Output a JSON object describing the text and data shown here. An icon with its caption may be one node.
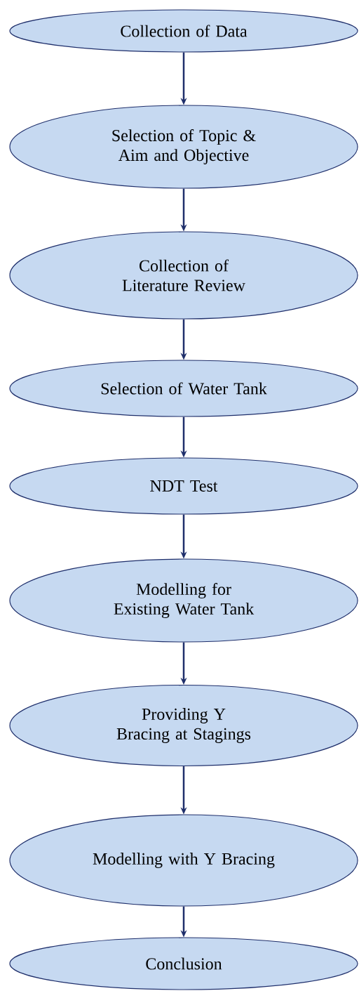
{
  "diagram": {
    "nodes": [
      {
        "text": [
          "Collection of Data"
        ]
      },
      {
        "text": [
          "Selection of Topic & Aim and Objective"
        ]
      },
      {
        "text": [
          "Collection of Literature Review"
        ]
      },
      {
        "text": [
          "Selection of Water Tank"
        ]
      },
      {
        "text": [
          "NDT Test"
        ]
      },
      {
        "text": [
          "Modelling for Existing Water Tank"
        ]
      },
      {
        "text": [
          "Providing Y Bracing at Stagings"
        ]
      },
      {
        "text": [
          "Modelling with Y Bracing"
        ]
      },
      {
        "text": [
          "Conclusion"
        ]
      }
    ],
    "edges": [
      {
        "from": 0,
        "to": 1,
        "arrow": "to"
      },
      {
        "from": 1,
        "to": 2,
        "arrow": "to"
      },
      {
        "from": 2,
        "to": 3,
        "arrow": "to"
      },
      {
        "from": 3,
        "to": 4,
        "arrow": "to"
      },
      {
        "from": 4,
        "to": 5,
        "arrow": "to"
      },
      {
        "from": 5,
        "to": 6,
        "arrow": "to"
      },
      {
        "from": 6,
        "to": 7,
        "arrow": "to"
      },
      {
        "from": 7,
        "to": 8,
        "arrow": "to"
      }
    ]
  }
}
